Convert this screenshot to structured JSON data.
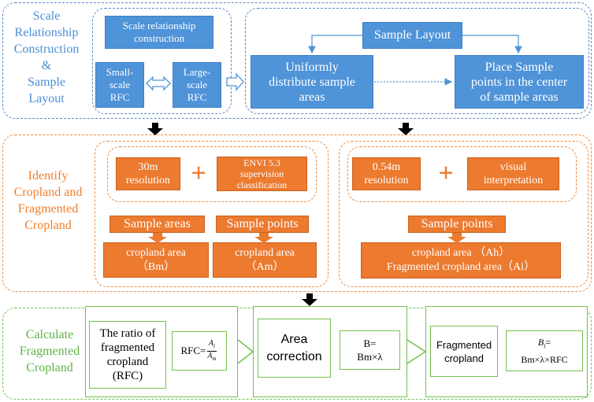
{
  "section1": {
    "label": "Scale\nRelationship\nConstruction\n&\nSample\nLayout",
    "scale_construction": "Scale relationship\nconstruction",
    "small_scale": "Small-\nscale\nRFC",
    "large_scale": "Large-\nscale\nRFC",
    "sample_layout": "Sample Layout",
    "uniform": "Uniformly\ndistribute sample\nareas",
    "place_points": "Place Sample\npoints in the center\nof sample areas"
  },
  "section2": {
    "label": "Identify\nCropland and\nFragmented\nCropland",
    "res30": "30m\nresolution",
    "envi": "ENVI 5.3\nsupervision\nclassification",
    "sample_areas": "Sample areas",
    "sample_points_left": "Sample points",
    "cropland_bm": "cropland area\n（Bm）",
    "cropland_am": "cropland area\n（Am）",
    "res054": "0.54m\nresolution",
    "visual": "visual\ninterpretation",
    "sample_points_right": "Sample points",
    "cropland_ah": "cropland area （Ah）",
    "fragmented_ai": "Fragmented cropland area（Ai）",
    "plus": "+"
  },
  "section3": {
    "label": "Calculate\nFragmented\nCropland",
    "ratio": "The ratio of\nfragmented\ncropland\n(RFC)",
    "rfc_prefix": "RFC=",
    "rfc_num": "A",
    "rfc_num_sub": "i",
    "rfc_den": "A",
    "rfc_den_sub": "m",
    "area_correction": "Area\ncorrection",
    "b_formula": "B=\nBm×λ",
    "fragmented_cropland": "Fragmented\ncropland",
    "bi_lhs": "B",
    "bi_sub": "i",
    "bi_eq": "=",
    "bi_rhs": "Bm×λ×RFC"
  }
}
